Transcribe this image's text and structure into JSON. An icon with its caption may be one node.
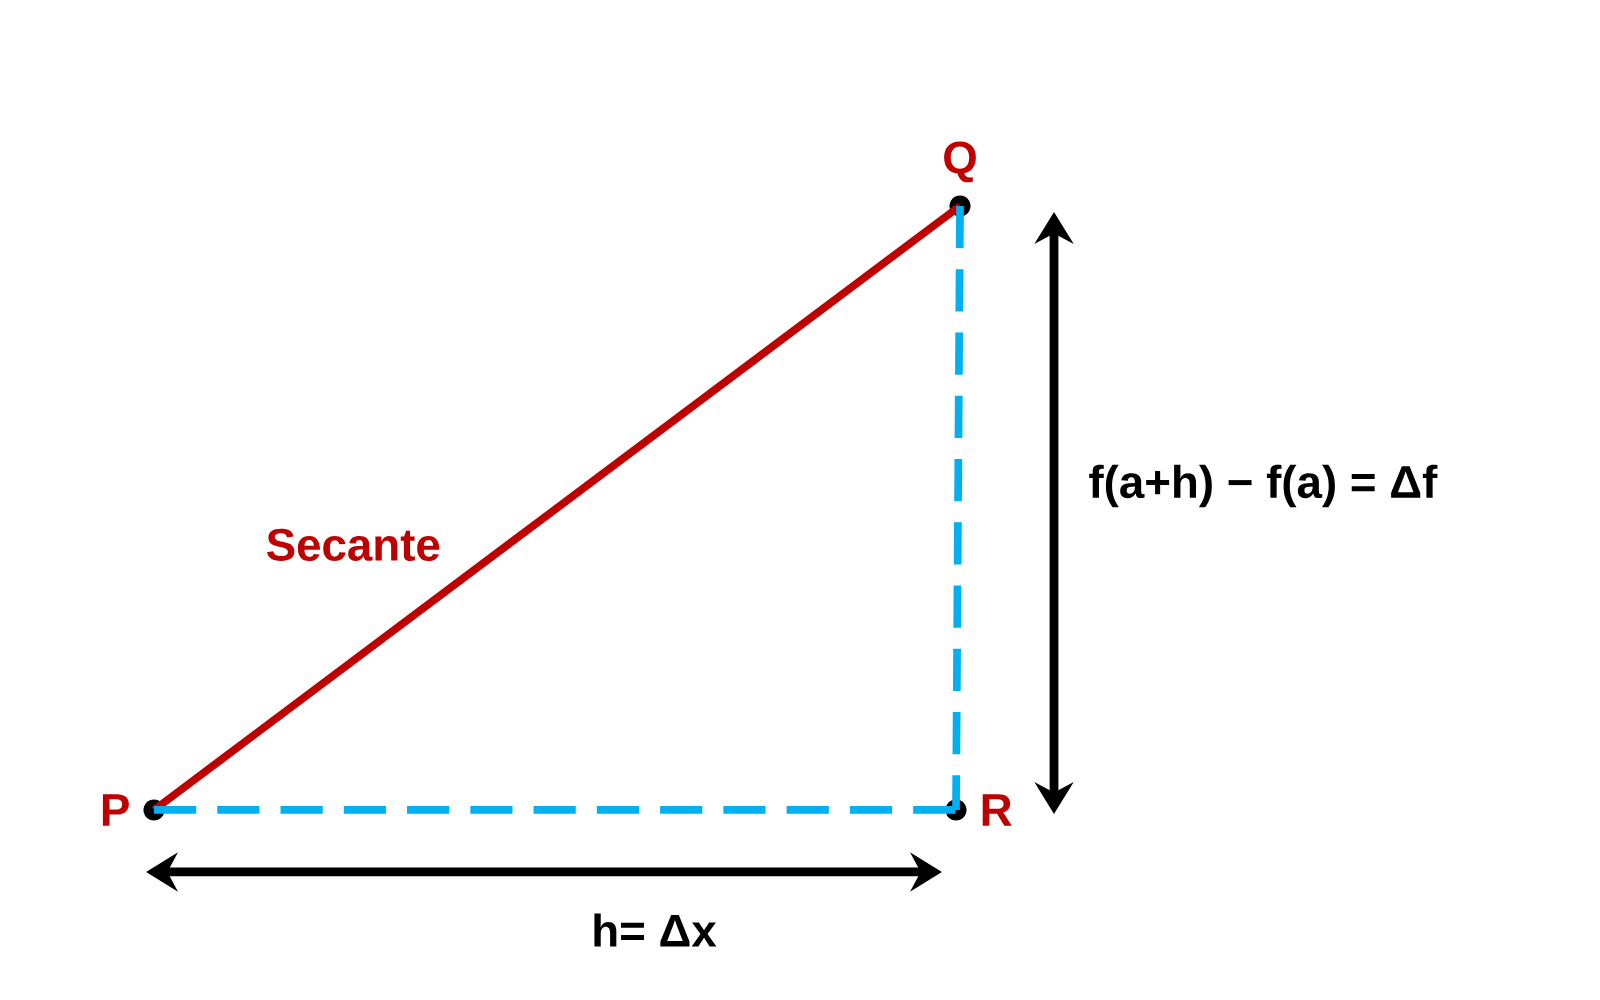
{
  "diagram": {
    "nodes": [
      {
        "text": [
          "P"
        ]
      },
      {
        "text": [
          "Q"
        ]
      },
      {
        "text": [
          "R"
        ]
      }
    ],
    "edges": [
      {
        "from": 0,
        "to": 1,
        "arrow": "none",
        "label": "Secante",
        "color": "#c00000"
      },
      {
        "from": 1,
        "to": 2,
        "arrow": "none",
        "style": "dashed"
      },
      {
        "from": 0,
        "to": 2,
        "arrow": "none",
        "style": "dashed"
      }
    ],
    "labels": [
      "f(a+h) − f(a) = Δf",
      "h= Δx"
    ]
  }
}
